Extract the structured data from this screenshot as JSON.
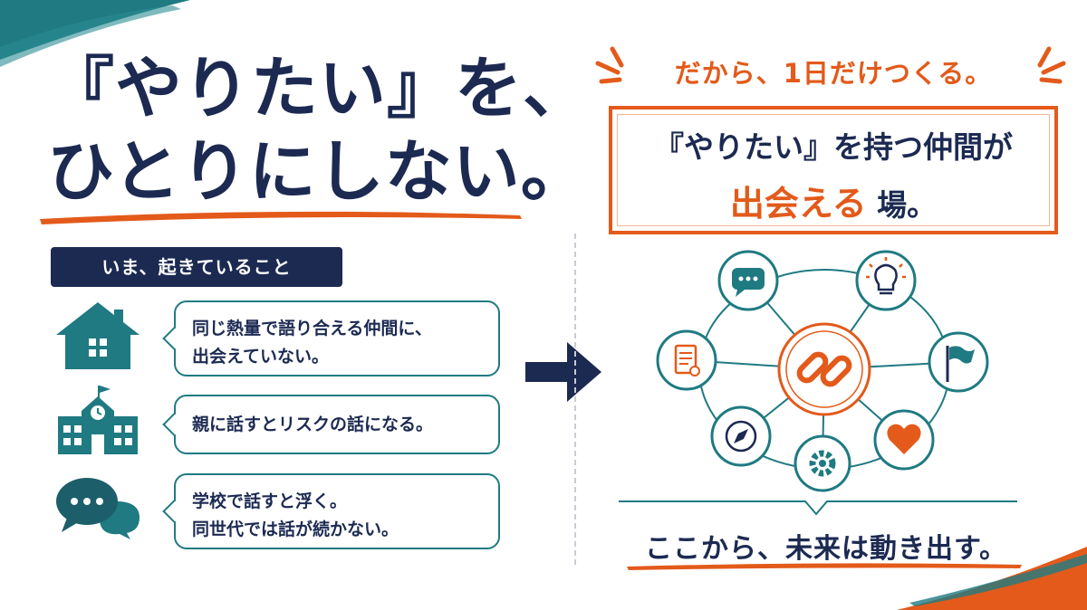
{
  "headline": {
    "line1": "『やりたい』を、",
    "line2": "ひとりにしない。"
  },
  "status_label": "いま、起きていること",
  "issues": [
    {
      "icon": "house-icon",
      "lines": [
        "同じ熱量で語り合える仲間に、",
        "出会えていない。"
      ]
    },
    {
      "icon": "school-icon",
      "lines": [
        "親に話すとリスクの話になる。"
      ]
    },
    {
      "icon": "chat-bubbles-icon",
      "lines": [
        "学校で話すと浮く。",
        "同世代では話が続かない。"
      ]
    }
  ],
  "tagline": "だから、1日だけつくる。",
  "framed": {
    "line1": "『やりたい』を持つ仲間が",
    "accent": "出会える",
    "rest": " 場。"
  },
  "network": {
    "center_icon": "link-icon",
    "nodes": [
      "chat-icon",
      "lightbulb-icon",
      "flag-icon",
      "heart-icon",
      "gear-icon",
      "compass-icon",
      "document-icon"
    ]
  },
  "closing": "ここから、未来は動き出す。",
  "colors": {
    "navy": "#1c2a52",
    "orange": "#e35a1a",
    "teal": "#1f7a82"
  }
}
